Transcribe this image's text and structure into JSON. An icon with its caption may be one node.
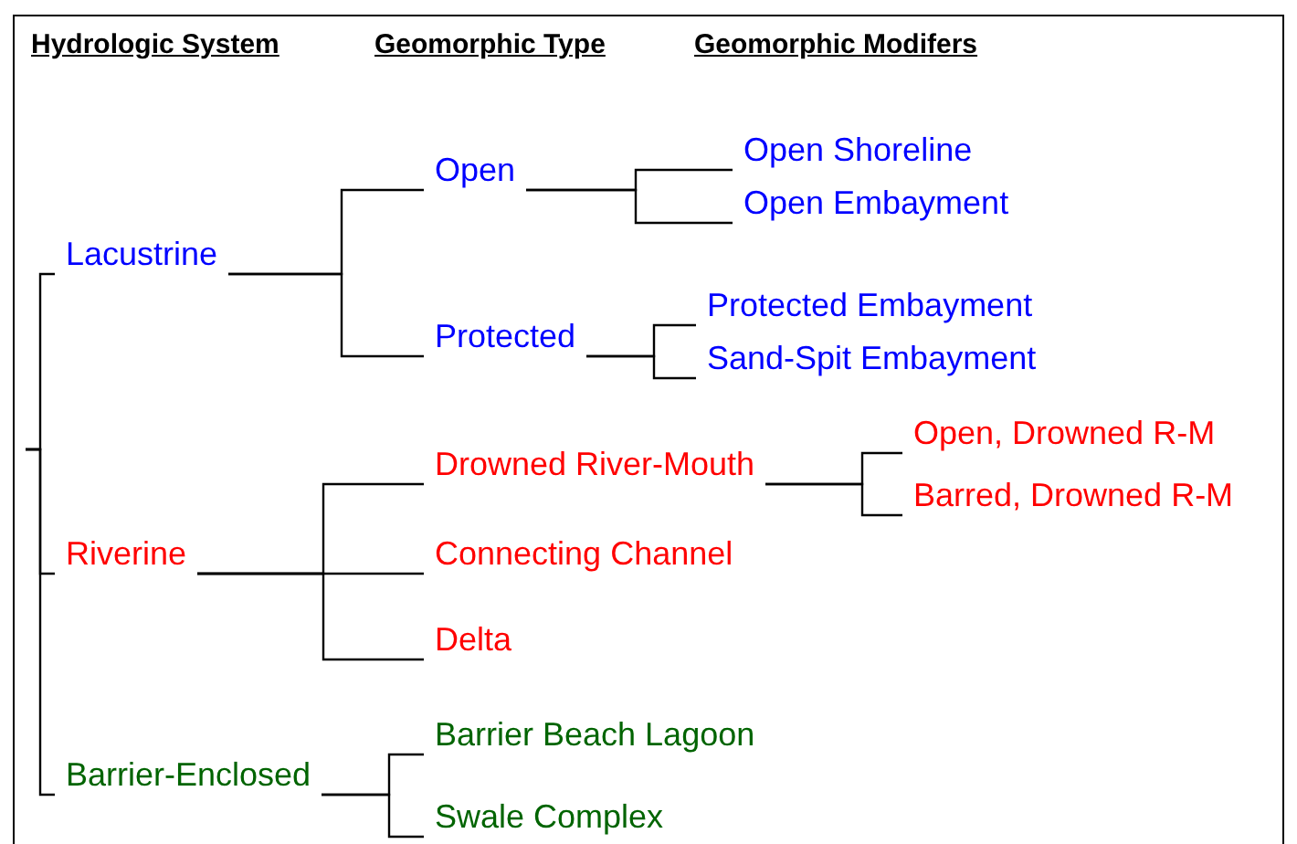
{
  "diagram": {
    "nodes": [
      {
        "text": [
          "Lacustrine"
        ]
      },
      {
        "text": [
          "Open"
        ]
      },
      {
        "text": [
          "Protected"
        ]
      },
      {
        "text": [
          "Open Shoreline"
        ]
      },
      {
        "text": [
          "Open Embayment"
        ]
      },
      {
        "text": [
          "Protected Embayment"
        ]
      },
      {
        "text": [
          "Sand-Spit Embayment"
        ]
      },
      {
        "text": [
          "Riverine"
        ]
      },
      {
        "text": [
          "Drowned River-Mouth"
        ]
      },
      {
        "text": [
          "Connecting Channel"
        ]
      },
      {
        "text": [
          "Delta"
        ]
      },
      {
        "text": [
          "Open, Drowned R-M"
        ]
      },
      {
        "text": [
          "Barred, Drowned R-M"
        ]
      },
      {
        "text": [
          "Barrier-Enclosed"
        ]
      },
      {
        "text": [
          "Barrier Beach Lagoon"
        ]
      },
      {
        "text": [
          "Swale Complex"
        ]
      }
    ],
    "edges": [
      {
        "from": null,
        "to": 0,
        "arrow": "none"
      },
      {
        "from": null,
        "to": 7,
        "arrow": "none"
      },
      {
        "from": null,
        "to": 13,
        "arrow": "none"
      },
      {
        "from": 0,
        "to": 1,
        "arrow": "none"
      },
      {
        "from": 0,
        "to": 2,
        "arrow": "none"
      },
      {
        "from": 1,
        "to": 3,
        "arrow": "none"
      },
      {
        "from": 1,
        "to": 4,
        "arrow": "none"
      },
      {
        "from": 2,
        "to": 5,
        "arrow": "none"
      },
      {
        "from": 2,
        "to": 6,
        "arrow": "none"
      },
      {
        "from": 7,
        "to": 8,
        "arrow": "none"
      },
      {
        "from": 7,
        "to": 9,
        "arrow": "none"
      },
      {
        "from": 7,
        "to": 10,
        "arrow": "none"
      },
      {
        "from": 8,
        "to": 11,
        "arrow": "none"
      },
      {
        "from": 8,
        "to": 12,
        "arrow": "none"
      },
      {
        "from": 13,
        "to": 14,
        "arrow": "none"
      },
      {
        "from": 13,
        "to": 15,
        "arrow": "none"
      }
    ],
    "labels": [
      "Hydrologic System",
      "Geomorphic Type",
      "Geomorphic Modifers"
    ]
  }
}
